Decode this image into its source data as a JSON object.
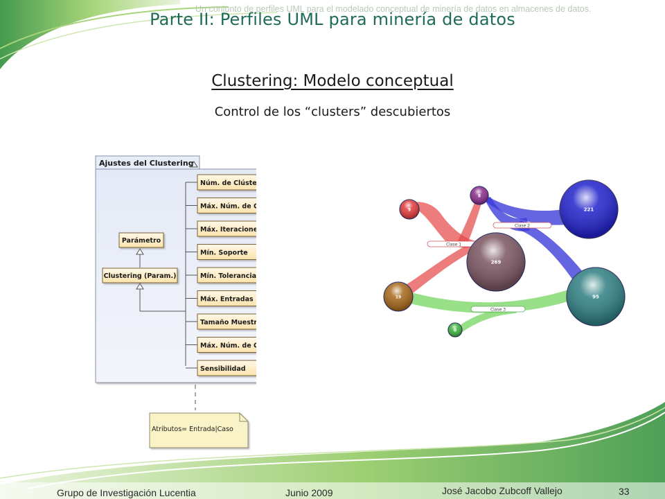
{
  "slide": {
    "header_note": "Un conjunto de perfiles UML para el modelado conceptual de minería de datos en almacenes de datos.",
    "title": "Parte II: Perfiles UML para minería de datos",
    "subtitle": "Clustering: Modelo conceptual",
    "caption": "Control de los “clusters” descubiertos"
  },
  "uml": {
    "package_name": "Ajustes del Clustering",
    "parent_class": "Parámetro",
    "child_class": "Clustering (Param.)",
    "params": [
      "Núm. de Clústeres",
      "Máx. Núm. de Clústeres",
      "Máx. Iteraciones",
      "Mín. Soporte",
      "Mín. Tolerancia Error",
      "Máx. Entradas",
      "Tamaño Muestra",
      "Máx. Núm. de Clases",
      "Sensibilidad"
    ],
    "note": "Atributos= Entrada|Caso"
  },
  "cluster_viz": {
    "nodes": [
      {
        "label": "8",
        "color": "#8a2d8c"
      },
      {
        "label": "9",
        "color": "#e23a3a"
      },
      {
        "label": "221",
        "color": "#2222cc"
      },
      {
        "label": "269",
        "color": "#7a5560"
      },
      {
        "label": "19",
        "color": "#a8681a"
      },
      {
        "label": "95",
        "color": "#2f7f82"
      },
      {
        "label": "0",
        "color": "#3cb43c"
      }
    ],
    "clusters": [
      "Clase 1",
      "Clase 2",
      "Clase 3"
    ]
  },
  "footer": {
    "group": "Grupo de Investigación Lucentia",
    "date": "Junio 2009",
    "author": "José Jacobo Zubcoff Vallejo",
    "page": "33"
  }
}
